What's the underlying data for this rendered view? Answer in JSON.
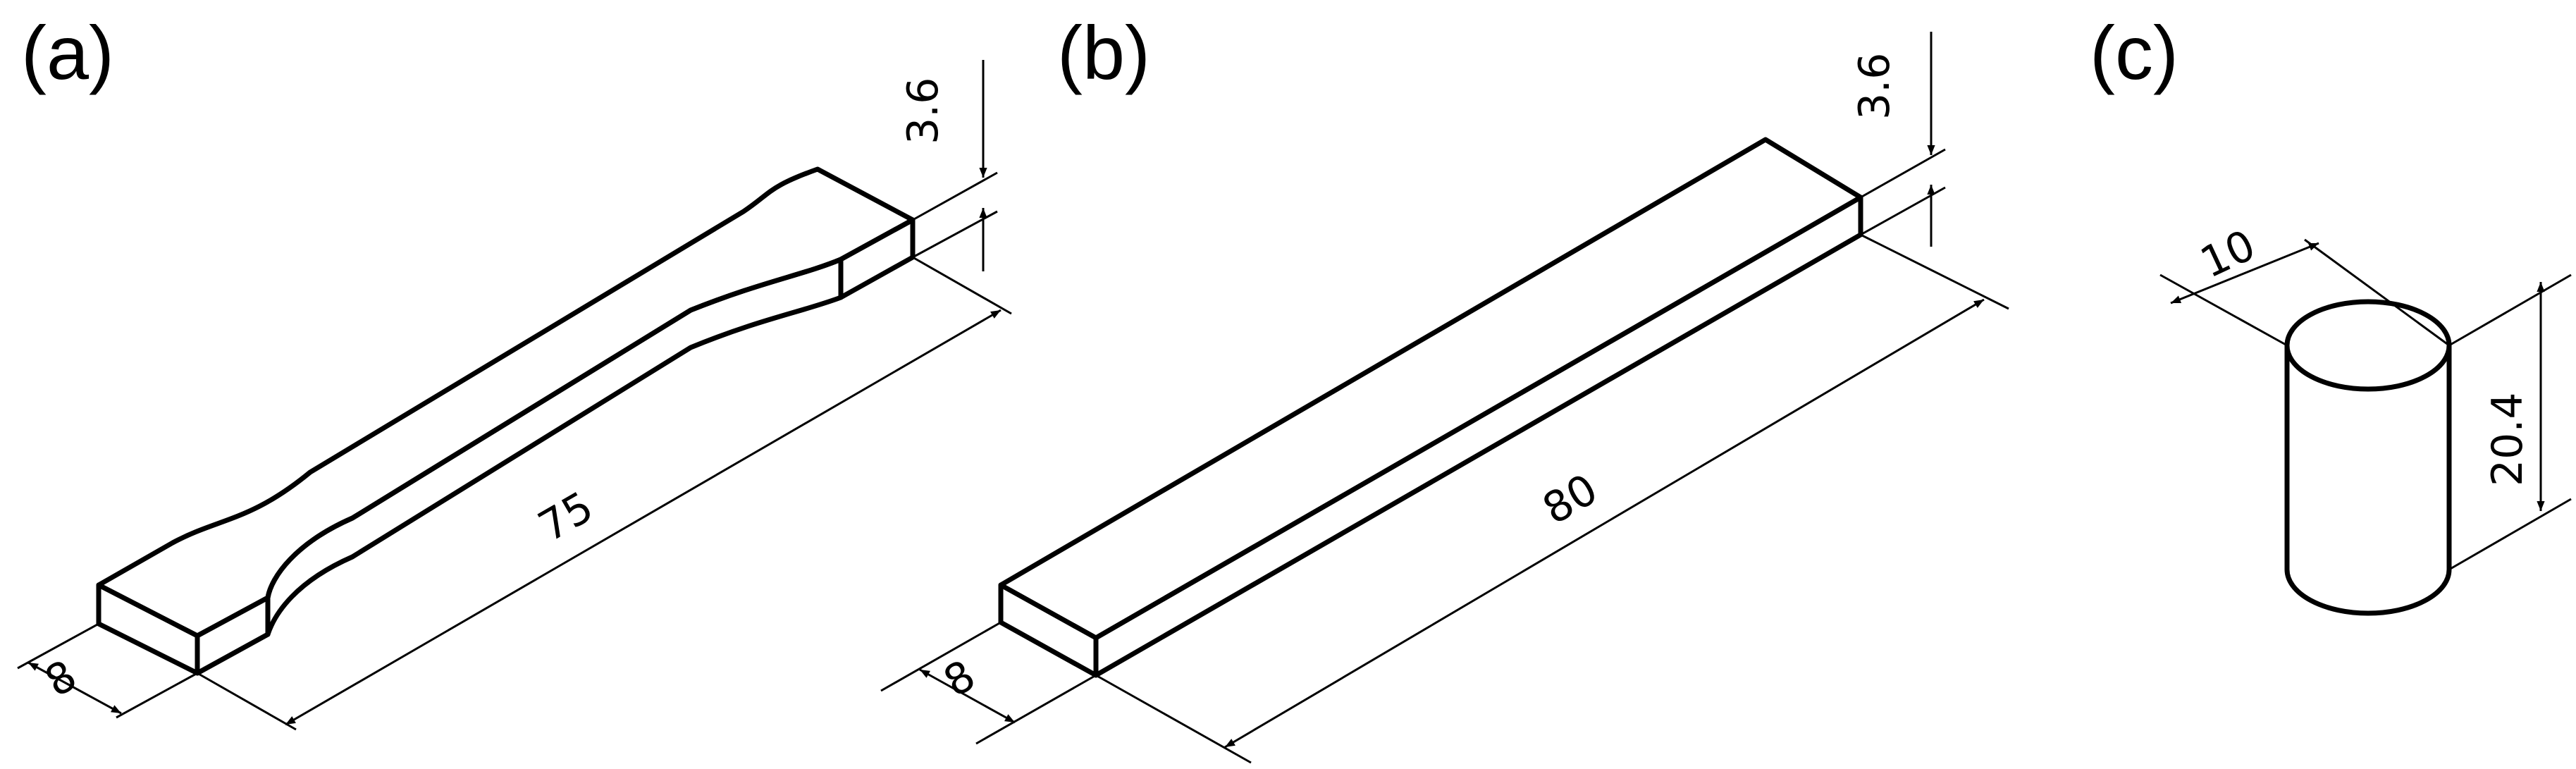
{
  "figure": {
    "panels": [
      {
        "id": "a",
        "label": "(a)",
        "dimensions": {
          "length": "75",
          "width": "8",
          "thickness": "3.6"
        }
      },
      {
        "id": "b",
        "label": "(b)",
        "dimensions": {
          "length": "80",
          "width": "8",
          "thickness": "3.6"
        }
      },
      {
        "id": "c",
        "label": "(c)",
        "dimensions": {
          "diameter": "10",
          "height": "20.4"
        }
      }
    ],
    "colors": {
      "line": "#000000",
      "background": "#ffffff"
    }
  }
}
